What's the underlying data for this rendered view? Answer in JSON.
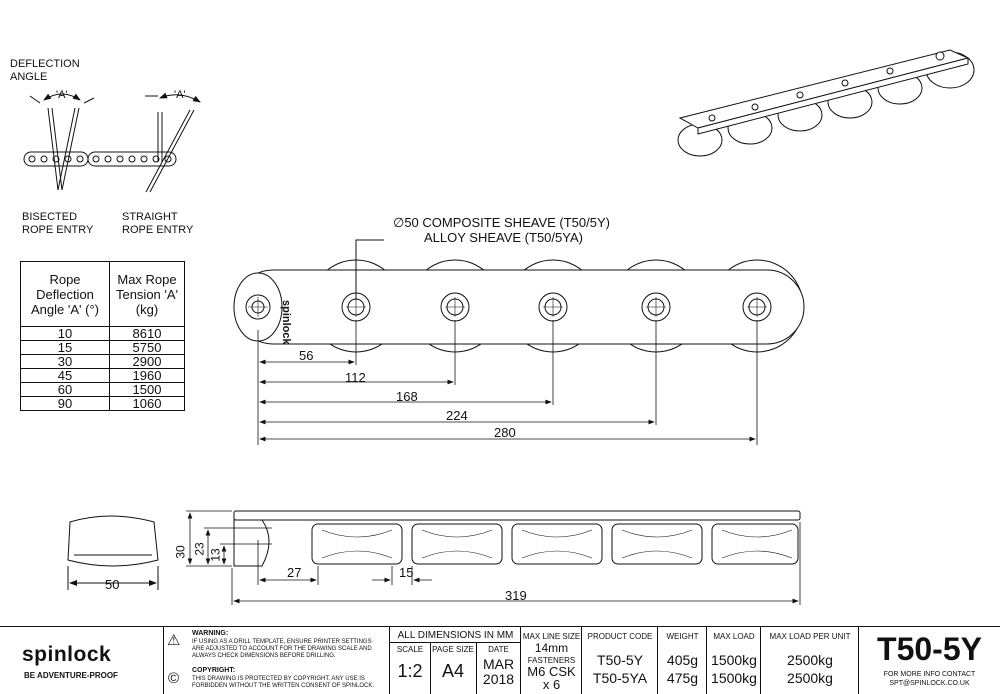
{
  "deflection": {
    "title_line1": "DEFLECTION",
    "title_line2": "ANGLE",
    "angle_label_left": "'A'",
    "angle_label_right": "'A'",
    "bisected_line1": "BISECTED",
    "bisected_line2": "ROPE ENTRY",
    "straight_line1": "STRAIGHT",
    "straight_line2": "ROPE ENTRY"
  },
  "tension_table": {
    "header_col1": [
      "Rope",
      "Deflection",
      "Angle 'A' (°)"
    ],
    "header_col2": [
      "Max Rope",
      "Tension 'A'",
      "(kg)"
    ],
    "rows": [
      {
        "angle": "10",
        "tension": "8610"
      },
      {
        "angle": "15",
        "tension": "5750"
      },
      {
        "angle": "30",
        "tension": "2900"
      },
      {
        "angle": "45",
        "tension": "1960"
      },
      {
        "angle": "60",
        "tension": "1500"
      },
      {
        "angle": "90",
        "tension": "1060"
      }
    ]
  },
  "callout": {
    "line1": "∅50 COMPOSITE SHEAVE (T50/5Y)",
    "line2": "ALLOY SHEAVE (T50/5YA)"
  },
  "brand_on_part": "spinlock",
  "top_dimensions": [
    "56",
    "112",
    "168",
    "224",
    "280"
  ],
  "side_dimensions": {
    "width": "50",
    "height_30": "30",
    "height_23": "23",
    "height_13": "13",
    "offset_27": "27",
    "gap_15": "15",
    "overall": "319"
  },
  "title_block": {
    "brand": "spinlock",
    "tagline": "BE ADVENTURE-PROOF",
    "warning_title": "WARNING:",
    "warning_text": "IF USING AS A DRILL TEMPLATE, ENSURE PRINTER SETTINGS ARE ADJUSTED TO ACCOUNT FOR THE DRAWING SCALE AND ALWAYS CHECK DIMENSIONS BEFORE DRILLING.",
    "copyright_title": "COPYRIGHT:",
    "copyright_text": "THIS DRAWING IS PROTECTED BY COPYRIGHT. ANY USE IS FORBIDDEN WITHOUT THE WRITTEN CONSENT OF SPINLOCK.",
    "all_dims": "ALL DIMENSIONS IN MM",
    "scale_head": "SCALE",
    "scale_val": "1:2",
    "page_head": "PAGE SIZE",
    "page_val": "A4",
    "date_head": "DATE",
    "date_val1": "MAR",
    "date_val2": "2018",
    "maxline_head": "MAX LINE SIZE",
    "maxline_val": "14mm",
    "fasteners_head": "FASTENERS",
    "fasteners_val1": "M6 CSK",
    "fasteners_val2": "x 6",
    "code_head": "PRODUCT CODE",
    "code_1": "T50-5Y",
    "code_2": "T50-5YA",
    "weight_head": "WEIGHT",
    "weight_1": "405g",
    "weight_2": "475g",
    "load_head": "MAX LOAD",
    "load_1": "1500kg",
    "load_2": "1500kg",
    "unitload_head": "MAX LOAD PER UNIT",
    "unitload_1": "2500kg",
    "unitload_2": "2500kg",
    "product": "T50-5Y",
    "contact_line1": "FOR MORE INFO CONTACT",
    "contact_line2": "SPT@SPINLOCK.CO.UK"
  }
}
